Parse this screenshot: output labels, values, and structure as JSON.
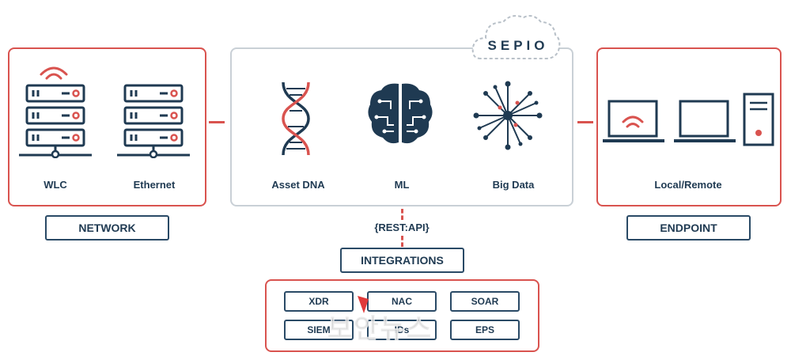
{
  "brand": {
    "logo_text": "SEPIO"
  },
  "network": {
    "title": "NETWORK",
    "items": [
      "WLC",
      "Ethernet"
    ]
  },
  "platform": {
    "items": [
      "Asset DNA",
      "ML",
      "Big Data"
    ]
  },
  "endpoint": {
    "title": "ENDPOINT",
    "item": "Local/Remote"
  },
  "api": {
    "label": "{REST:API}"
  },
  "integrations": {
    "title": "INTEGRATIONS",
    "items": [
      "XDR",
      "NAC",
      "SOAR",
      "SIEM",
      "IDs",
      "EPS"
    ]
  },
  "watermark": {
    "text": "보안뉴스"
  },
  "colors": {
    "accent": "#d9534f",
    "navy": "#1f3a52",
    "frame": "#c9d0d6"
  }
}
